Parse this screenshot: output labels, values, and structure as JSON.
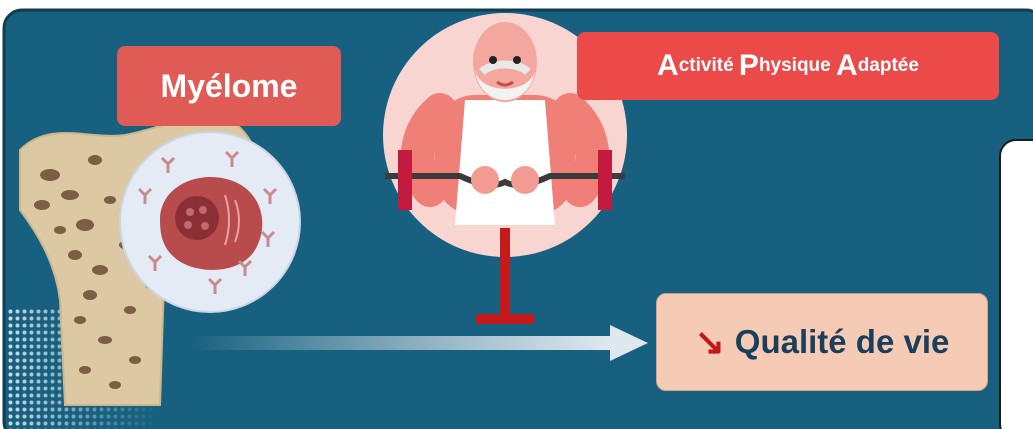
{
  "labels": {
    "myelome": "Myélome",
    "apa_parts": [
      {
        "initial": "A",
        "rest": "ctivité "
      },
      {
        "initial": "P",
        "rest": "hysique "
      },
      {
        "initial": "A",
        "rest": "daptée"
      }
    ],
    "qualite": "Qualité de vie",
    "qualite_prefix": "↘"
  },
  "colors": {
    "background": "#17607f",
    "myelome_box": "#e05a56",
    "apa_box": "#ec4a48",
    "qualite_box": "#f6cbb6",
    "qualite_text": "#1b3e5c",
    "inhibition_bar": "#c31b1b"
  },
  "icons": [
    "femur-bone-icon",
    "myeloma-cell-icon",
    "antibody-icon",
    "elderly-weightlifter-icon",
    "inhibition-bar-icon",
    "arrow-icon"
  ]
}
